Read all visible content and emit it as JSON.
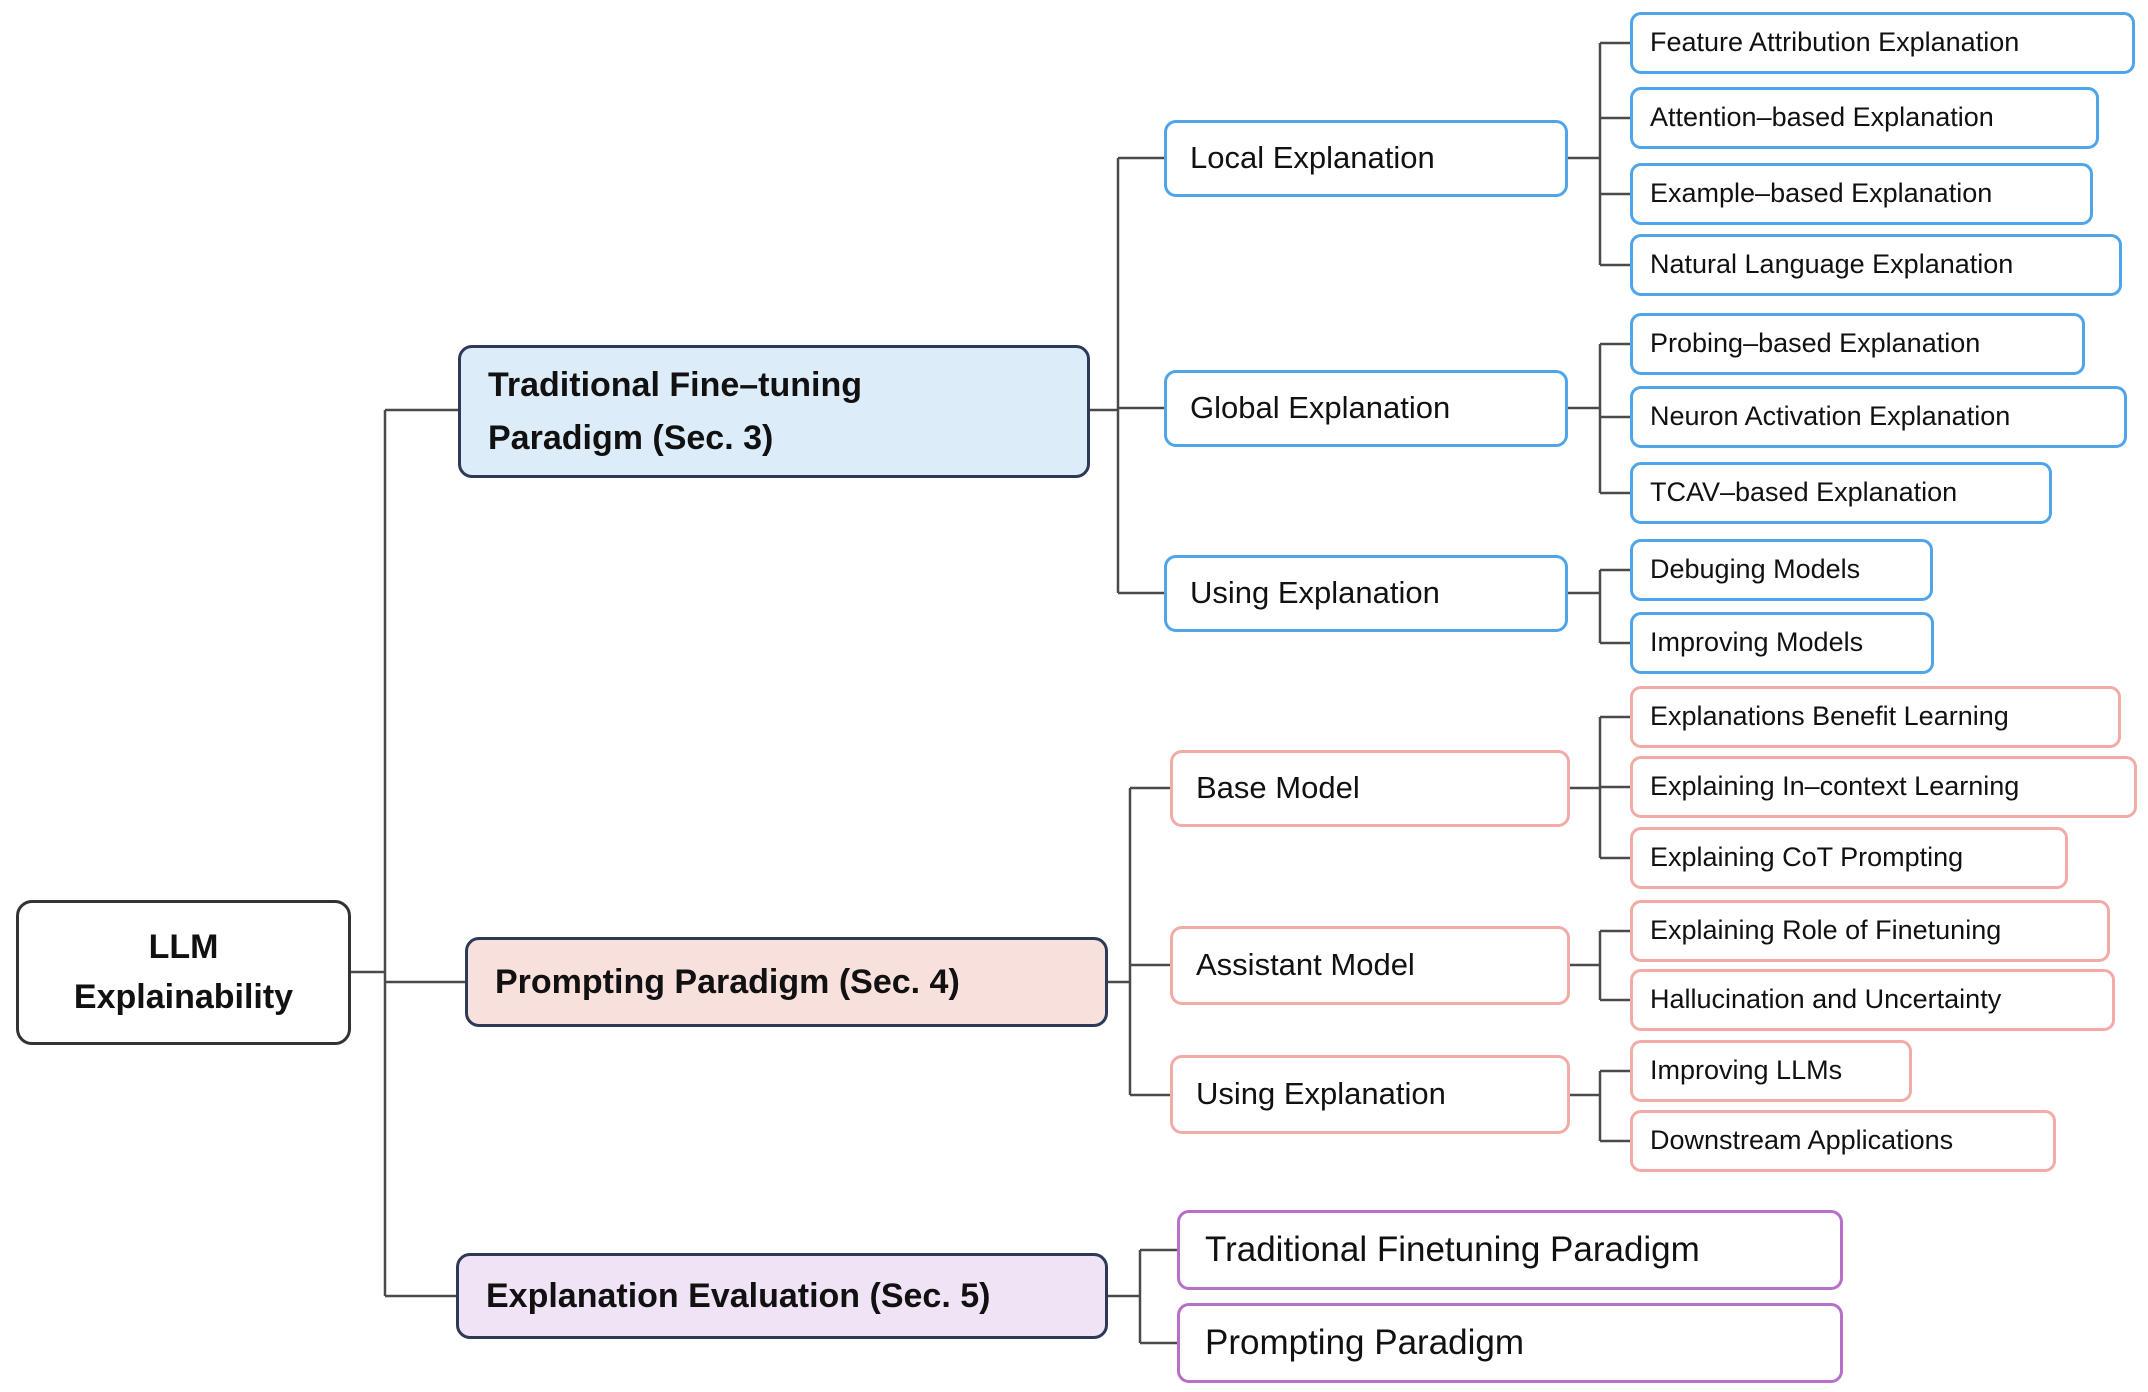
{
  "colors": {
    "background": "#ffffff",
    "text": "#111111",
    "line": "#4a4a4a",
    "root_border": "#333333",
    "navy_border": "#2c3a58",
    "blue_border": "#4ea5e9",
    "blue_fill": "#ddecf9",
    "pink_border": "#f2aba6",
    "pink_fill": "#f8e0dd",
    "purple_border": "#b76fc9",
    "purple_fill": "#f1e3f6"
  },
  "tree": {
    "root": {
      "label": "LLM\nExplainability"
    },
    "branches": [
      {
        "label": "Traditional Fine–tuning\nParadigm (Sec. 3)",
        "section": "Sec. 3",
        "children": [
          {
            "label": "Local Explanation",
            "children": [
              {
                "label": "Feature Attribution Explanation"
              },
              {
                "label": "Attention–based Explanation"
              },
              {
                "label": "Example–based Explanation"
              },
              {
                "label": "Natural Language Explanation"
              }
            ]
          },
          {
            "label": "Global Explanation",
            "children": [
              {
                "label": "Probing–based Explanation"
              },
              {
                "label": "Neuron Activation Explanation"
              },
              {
                "label": "TCAV–based Explanation"
              }
            ]
          },
          {
            "label": "Using Explanation",
            "children": [
              {
                "label": "Debuging Models"
              },
              {
                "label": "Improving Models"
              }
            ]
          }
        ]
      },
      {
        "label": "Prompting Paradigm (Sec. 4)",
        "section": "Sec. 4",
        "children": [
          {
            "label": "Base Model",
            "children": [
              {
                "label": "Explanations Benefit Learning"
              },
              {
                "label": "Explaining In–context Learning"
              },
              {
                "label": "Explaining CoT Prompting"
              }
            ]
          },
          {
            "label": "Assistant Model",
            "children": [
              {
                "label": "Explaining Role of Finetuning"
              },
              {
                "label": "Hallucination and Uncertainty"
              }
            ]
          },
          {
            "label": "Using Explanation",
            "children": [
              {
                "label": "Improving LLMs"
              },
              {
                "label": "Downstream Applications"
              }
            ]
          }
        ]
      },
      {
        "label": "Explanation Evaluation (Sec. 5)",
        "section": "Sec. 5",
        "children": [
          {
            "label": "Traditional Finetuning Paradigm"
          },
          {
            "label": "Prompting Paradigm"
          }
        ]
      }
    ]
  }
}
